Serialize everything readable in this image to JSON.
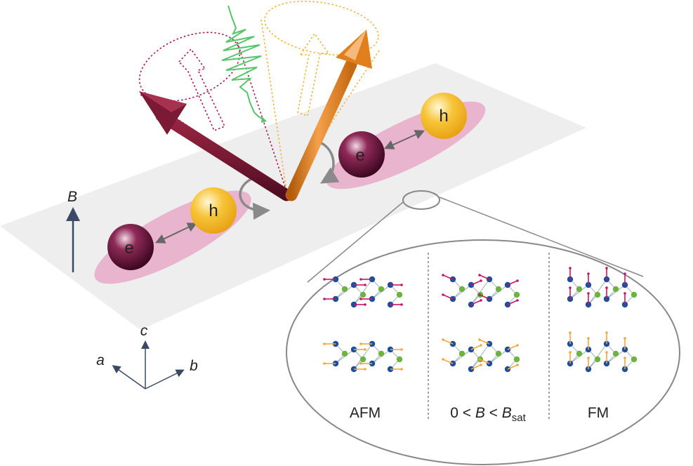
{
  "particles": {
    "electron": "e",
    "hole": "h"
  },
  "field_label": "B",
  "axes": {
    "a": "a",
    "b": "b",
    "c": "c"
  },
  "inset_panels": {
    "left": "AFM",
    "middle": {
      "prefix": "0 < ",
      "b": "B",
      "mid": " < ",
      "bsat": "B",
      "sub": "sat"
    },
    "right": "FM"
  },
  "colors": {
    "plane": "#eeeeee",
    "exciton_ellipse": "#e6a9c8",
    "electron": "#5e1236",
    "hole": "#f5b92e",
    "maroon_arrow": "#7a1a34",
    "orange_arrow": "#e07f1c",
    "light_wave": "#55c46a",
    "axis_arrow": "#3a4a66",
    "lattice_green": "#6db33f",
    "lattice_blue": "#1f4e9c",
    "spin_magenta": "#c0176b",
    "spin_orange": "#f2a93b"
  },
  "icons": {
    "coupling": "double-arrow-icon",
    "precession": "curved-arrow-icon"
  }
}
